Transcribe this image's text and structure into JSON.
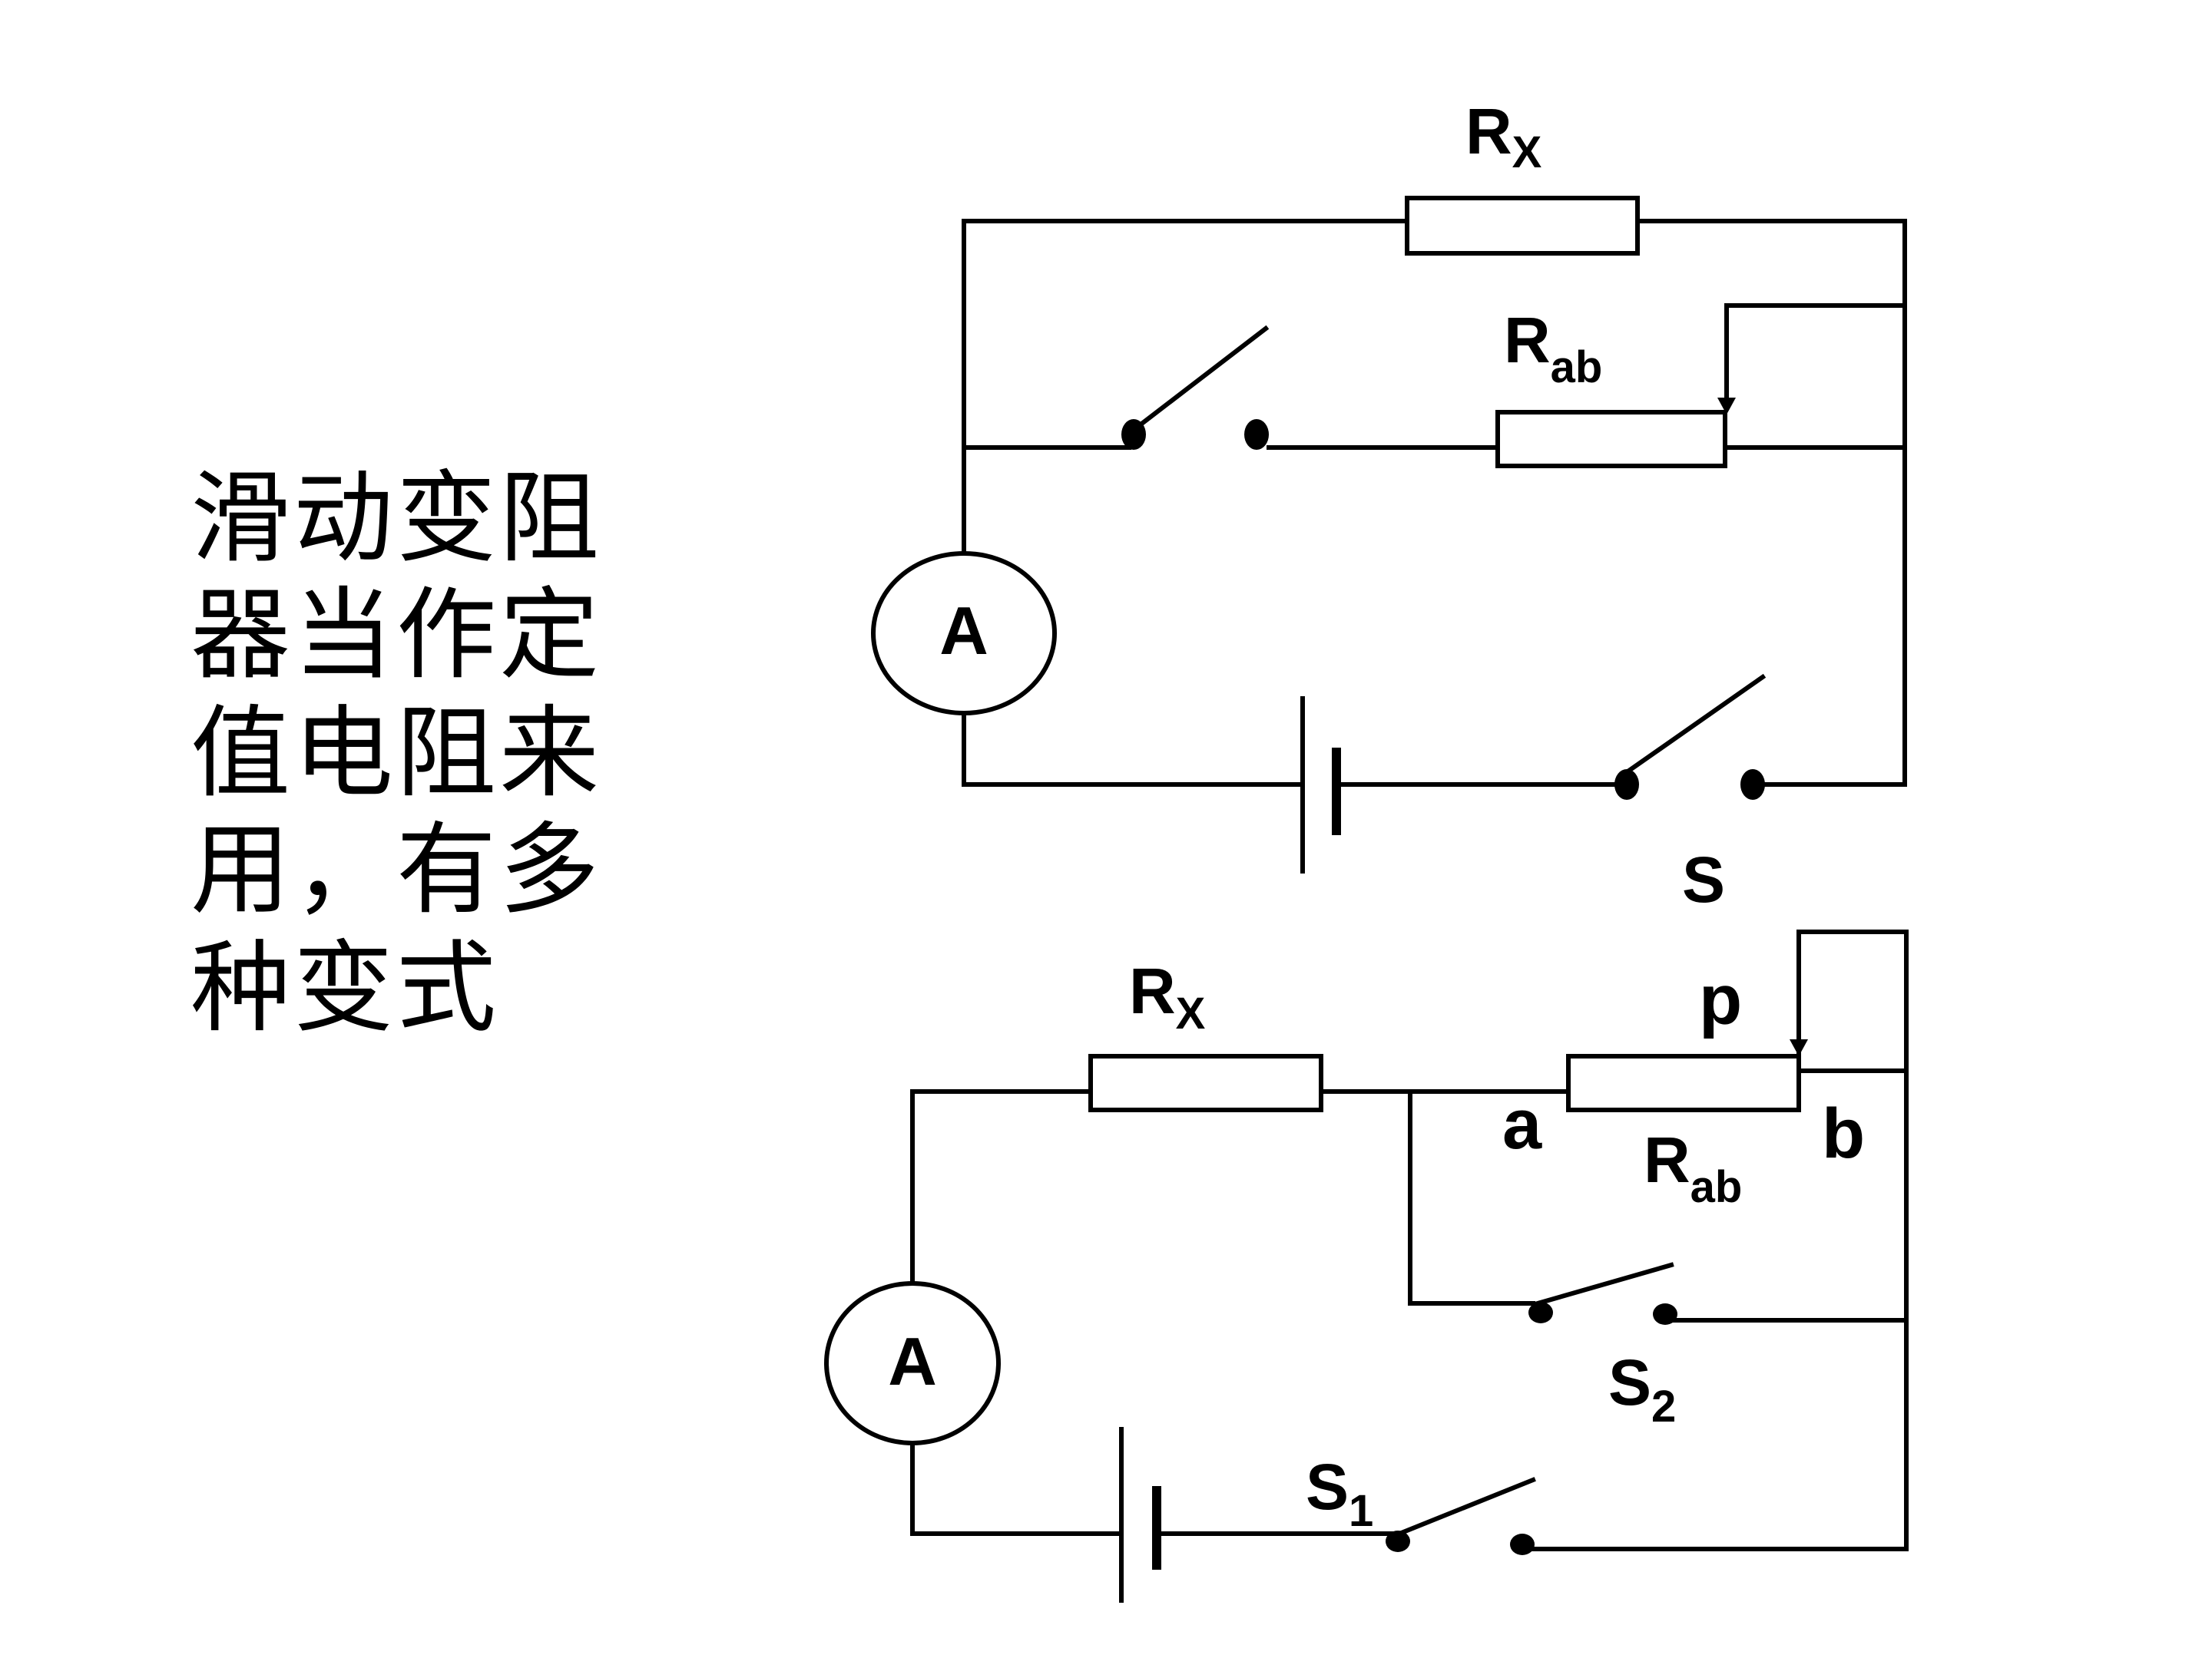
{
  "caption": {
    "lines": [
      "滑动变阻",
      "器当作定",
      "值电阻来",
      "用，有多",
      "种变式"
    ]
  },
  "circuit_top": {
    "resistor_x": {
      "main": "R",
      "sub": "X"
    },
    "rheostat": {
      "main": "R",
      "sub": "ab"
    },
    "ammeter": "A",
    "switch": "S"
  },
  "circuit_bottom": {
    "resistor_x": {
      "main": "R",
      "sub": "X"
    },
    "rheostat": {
      "main": "R",
      "sub": "ab"
    },
    "slider_label": "p",
    "end_a": "a",
    "end_b": "b",
    "ammeter": "A",
    "switch_1": {
      "main": "S",
      "sub": "1"
    },
    "switch_2": {
      "main": "S",
      "sub": "2"
    }
  }
}
